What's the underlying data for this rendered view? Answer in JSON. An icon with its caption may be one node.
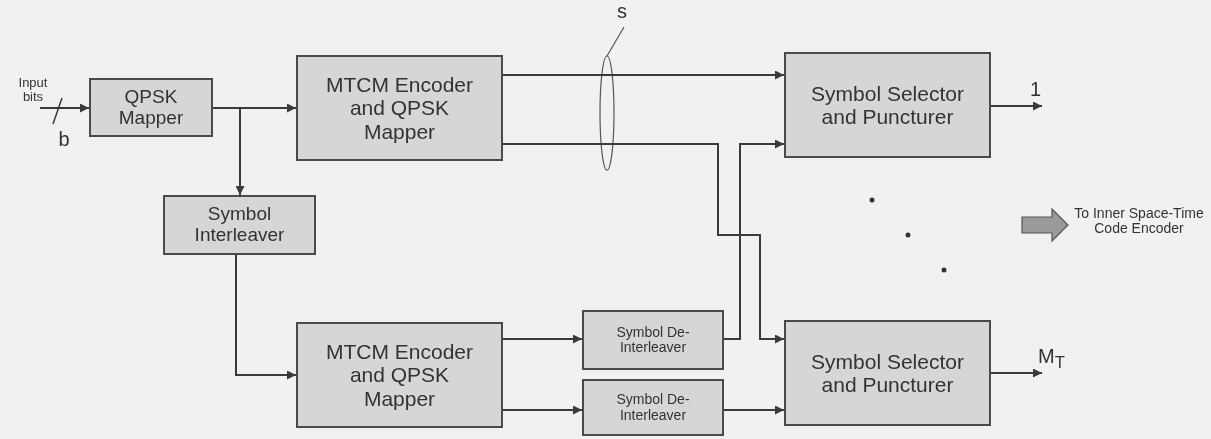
{
  "diagram": {
    "nodes": [
      {
        "text": [
          "QPSK Mapper"
        ]
      },
      {
        "text": [
          "MTCM Encoder and QPSK Mapper"
        ]
      },
      {
        "text": [
          "Symbol Interleaver"
        ]
      },
      {
        "text": [
          "Symbol Selector and Puncturer"
        ]
      },
      {
        "text": [
          "MTCM Encoder and QPSK Mapper"
        ]
      },
      {
        "text": [
          "Symbol De-Interleaver"
        ]
      },
      {
        "text": [
          "Symbol De-Interleaver"
        ]
      },
      {
        "text": [
          "Symbol Selector and Puncturer"
        ]
      },
      {
        "text": [
          "s"
        ]
      },
      {
        "text": [],
        "shape": "ellipse"
      }
    ],
    "edges": [
      {
        "from": null,
        "to": 0,
        "arrow": "to",
        "label": "Input bits"
      },
      {
        "from": 0,
        "to": 1,
        "arrow": "to"
      },
      {
        "from": 0,
        "to": 2,
        "arrow": "to"
      },
      {
        "from": 2,
        "to": 4,
        "arrow": "to"
      },
      {
        "from": 1,
        "to": 3,
        "arrow": "to"
      },
      {
        "from": 1,
        "to": 7,
        "arrow": "to"
      },
      {
        "from": 4,
        "to": 5,
        "arrow": "to"
      },
      {
        "from": 4,
        "to": 6,
        "arrow": "to"
      },
      {
        "from": 5,
        "to": 3,
        "arrow": "to"
      },
      {
        "from": 6,
        "to": 7,
        "arrow": "to"
      },
      {
        "from": 3,
        "to": null,
        "arrow": "to",
        "label": "1"
      },
      {
        "from": 7,
        "to": null,
        "arrow": "to",
        "label": "M$_{T}$"
      },
      {
        "from": 8,
        "to": 9,
        "arrow": "none"
      }
    ],
    "labels": [
      "b",
      "To Inner Space-Time Code Encoder"
    ]
  }
}
